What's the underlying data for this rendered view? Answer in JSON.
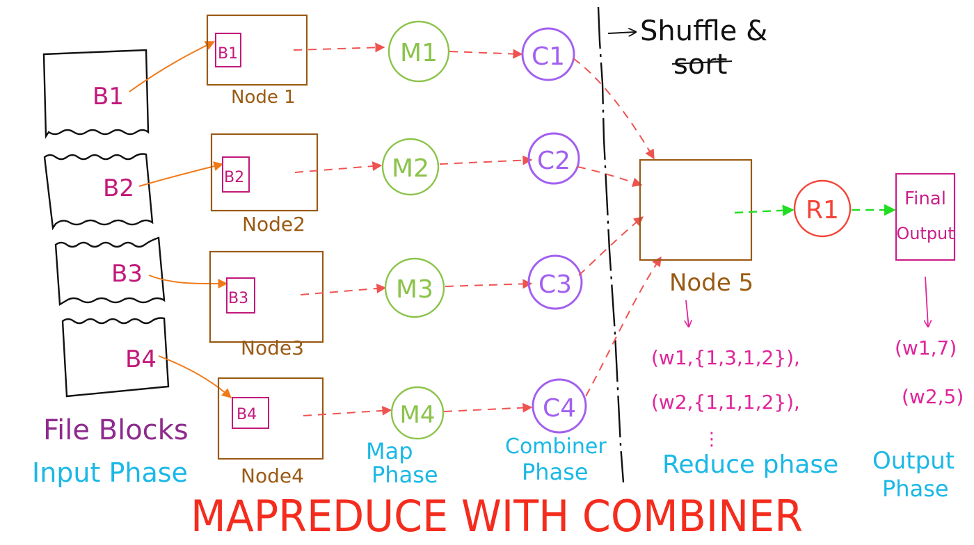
{
  "title": "MAPREDUCE WITH COMBINER",
  "shuffle_label_line1": "Shuffle &",
  "shuffle_label_line2": "sort",
  "input": {
    "blocks": [
      "B1",
      "B2",
      "B3",
      "B4"
    ],
    "caption": "File Blocks",
    "phase": "Input Phase"
  },
  "nodes": {
    "labels": [
      "Node 1",
      "Node2",
      "Node3",
      "Node4"
    ],
    "blocks": [
      "B1",
      "B2",
      "B3",
      "B4"
    ]
  },
  "map": {
    "mappers": [
      "M1",
      "M2",
      "M3",
      "M4"
    ],
    "phase_line1": "Map",
    "phase_line2": "Phase"
  },
  "combiner": {
    "combiners": [
      "C1",
      "C2",
      "C3",
      "C4"
    ],
    "phase_line1": "Combiner",
    "phase_line2": "Phase"
  },
  "reduce": {
    "node_label": "Node 5",
    "reducer": "R1",
    "list_line1": "(w1,{1,3,1,2}),",
    "list_line2": "(w2,{1,1,1,2}),",
    "ellipsis": "⋮",
    "phase": "Reduce phase"
  },
  "output": {
    "box_line1": "Final",
    "box_line2": "Output",
    "result_line1": "(w1,7)",
    "result_line2": "(w2,5)",
    "phase_line1": "Output",
    "phase_line2": "Phase"
  },
  "colors": {
    "ink": "#111111",
    "block_text": "#c2187a",
    "node_box": "#9a5a14",
    "arrow_orange": "#f07a1a",
    "arrow_red": "#ef5350",
    "mapper": "#8bc34a",
    "combiner": "#a25ff0",
    "reducer": "#f44336",
    "green_arrow": "#22dd22",
    "phase_cyan": "#1ab8e6",
    "file_blocks_purple": "#8e2a8e",
    "title_red": "#f42c1e",
    "output_box": "#cc1f8a",
    "list_pink": "#e0249a"
  }
}
